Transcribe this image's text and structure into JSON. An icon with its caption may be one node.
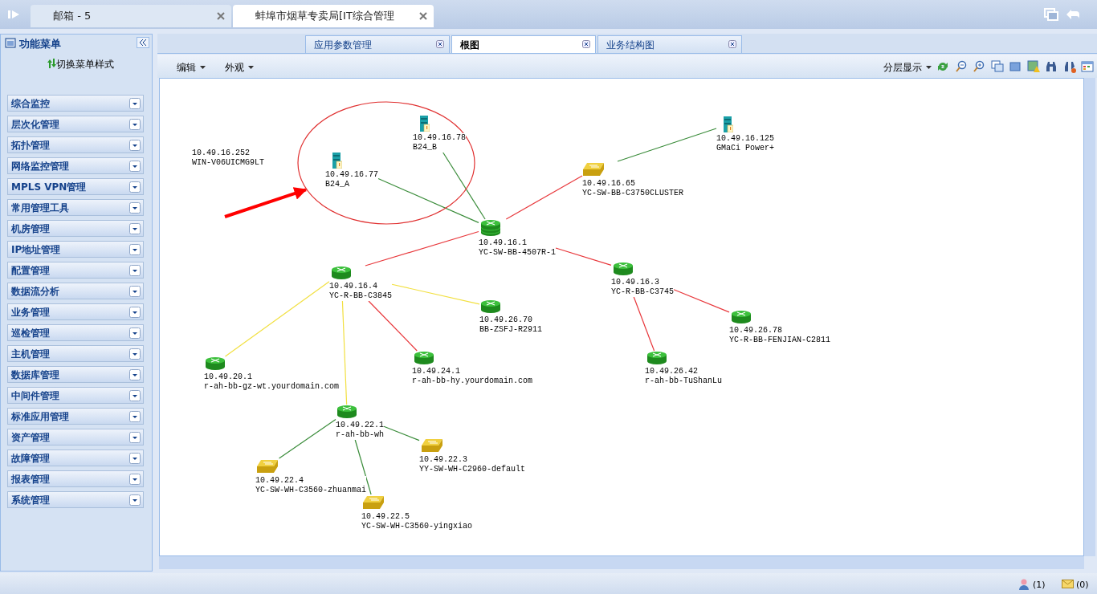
{
  "diagram": {
    "nodes": [
      {
        "text": [
          "10.49.16.252",
          "WIN-V06UICMG9LT"
        ]
      },
      {
        "text": [],
        "shape": "circle"
      },
      {
        "text": [
          "10.49.16.78",
          "B24_B"
        ],
        "in": 1
      },
      {
        "text": [
          "10.49.16.77",
          "B24_A"
        ],
        "in": 1
      },
      {
        "text": [
          "10.49.16.125",
          "GMaCi Power+"
        ]
      },
      {
        "text": [
          "10.49.16.65",
          "YC-SW-BB-C3750CLUSTER"
        ]
      },
      {
        "text": [
          "10.49.16.1",
          "YC-SW-BB-4507R-1"
        ]
      },
      {
        "text": [
          "10.49.16.4",
          "YC-R-BB-C3845"
        ]
      },
      {
        "text": [
          "10.49.16.3",
          "YC-R-BB-C3745"
        ]
      },
      {
        "text": [
          "10.49.26.70",
          "BB-ZSFJ-R2911"
        ]
      },
      {
        "text": [
          "10.49.26.78",
          "YC-R-BB-FENJIAN-C2811"
        ]
      },
      {
        "text": [
          "10.49.20.1",
          "r-ah-bb-gz-wt.yourdomain.com"
        ]
      },
      {
        "text": [
          "10.49.24.1",
          "r-ah-bb-hy.yourdomain.com"
        ]
      },
      {
        "text": [
          "10.49.26.42",
          "r-ah-bb-TuShanLu"
        ]
      },
      {
        "text": [
          "10.49.22.1",
          "r-ah-bb-wh"
        ]
      },
      {
        "text": [
          "10.49.22.3",
          "YY-SW-WH-C2960-default"
        ]
      },
      {
        "text": [
          "10.49.22.4",
          "YC-SW-WH-C3560-zhuanmai"
        ]
      },
      {
        "text": [
          "10.49.22.5",
          "YC-SW-WH-C3560-yingxiao"
        ]
      }
    ],
    "edges": [
      {
        "from": null,
        "to": 1,
        "arrow": "to",
        "style": "thick",
        "color": "#ff0000"
      },
      {
        "from": 3,
        "to": 6,
        "arrow": "none",
        "color": "#3a8c3a"
      },
      {
        "from": 2,
        "to": 6,
        "arrow": "none",
        "color": "#3a8c3a"
      },
      {
        "from": 4,
        "to": 5,
        "arrow": "none",
        "color": "#3a8c3a"
      },
      {
        "from": 5,
        "to": 6,
        "arrow": "none",
        "color": "#e8383c"
      },
      {
        "from": 6,
        "to": 7,
        "arrow": "none",
        "color": "#e8383c"
      },
      {
        "from": 6,
        "to": 8,
        "arrow": "none",
        "color": "#e8383c"
      },
      {
        "from": 7,
        "to": 9,
        "arrow": "none",
        "color": "#f2e040"
      },
      {
        "from": 7,
        "to": 11,
        "arrow": "none",
        "color": "#f2e040"
      },
      {
        "from": 7,
        "to": 14,
        "arrow": "none",
        "color": "#f2e040"
      },
      {
        "from": 7,
        "to": 12,
        "arrow": "none",
        "color": "#e8383c"
      },
      {
        "from": 8,
        "to": 13,
        "arrow": "none",
        "color": "#e8383c"
      },
      {
        "from": 8,
        "to": 10,
        "arrow": "none",
        "color": "#e8383c"
      },
      {
        "from": 14,
        "to": 16,
        "arrow": "none",
        "color": "#3a8c3a"
      },
      {
        "from": 14,
        "to": 17,
        "arrow": "none",
        "color": "#3a8c3a"
      },
      {
        "from": 14,
        "to": 15,
        "arrow": "none",
        "color": "#3a8c3a"
      }
    ],
    "labels": [
      "邮箱 - 5",
      "蚌埠市烟草专卖局[IT综合管理",
      "功能菜单",
      "切换菜单样式",
      "综合监控",
      "层次化管理",
      "拓扑管理",
      "网络监控管理",
      "MPLS VPN管理",
      "常用管理工具",
      "机房管理",
      "IP地址管理",
      "配置管理",
      "数据流分析",
      "业务管理",
      "巡检管理",
      "主机管理",
      "数据库管理",
      "中间件管理",
      "标准应用管理",
      "资产管理",
      "故障管理",
      "报表管理",
      "系统管理",
      "应用参数管理",
      "根图",
      "业务结构图",
      "编辑",
      "外观",
      "分层显示",
      "(1)",
      "(0)"
    ]
  }
}
